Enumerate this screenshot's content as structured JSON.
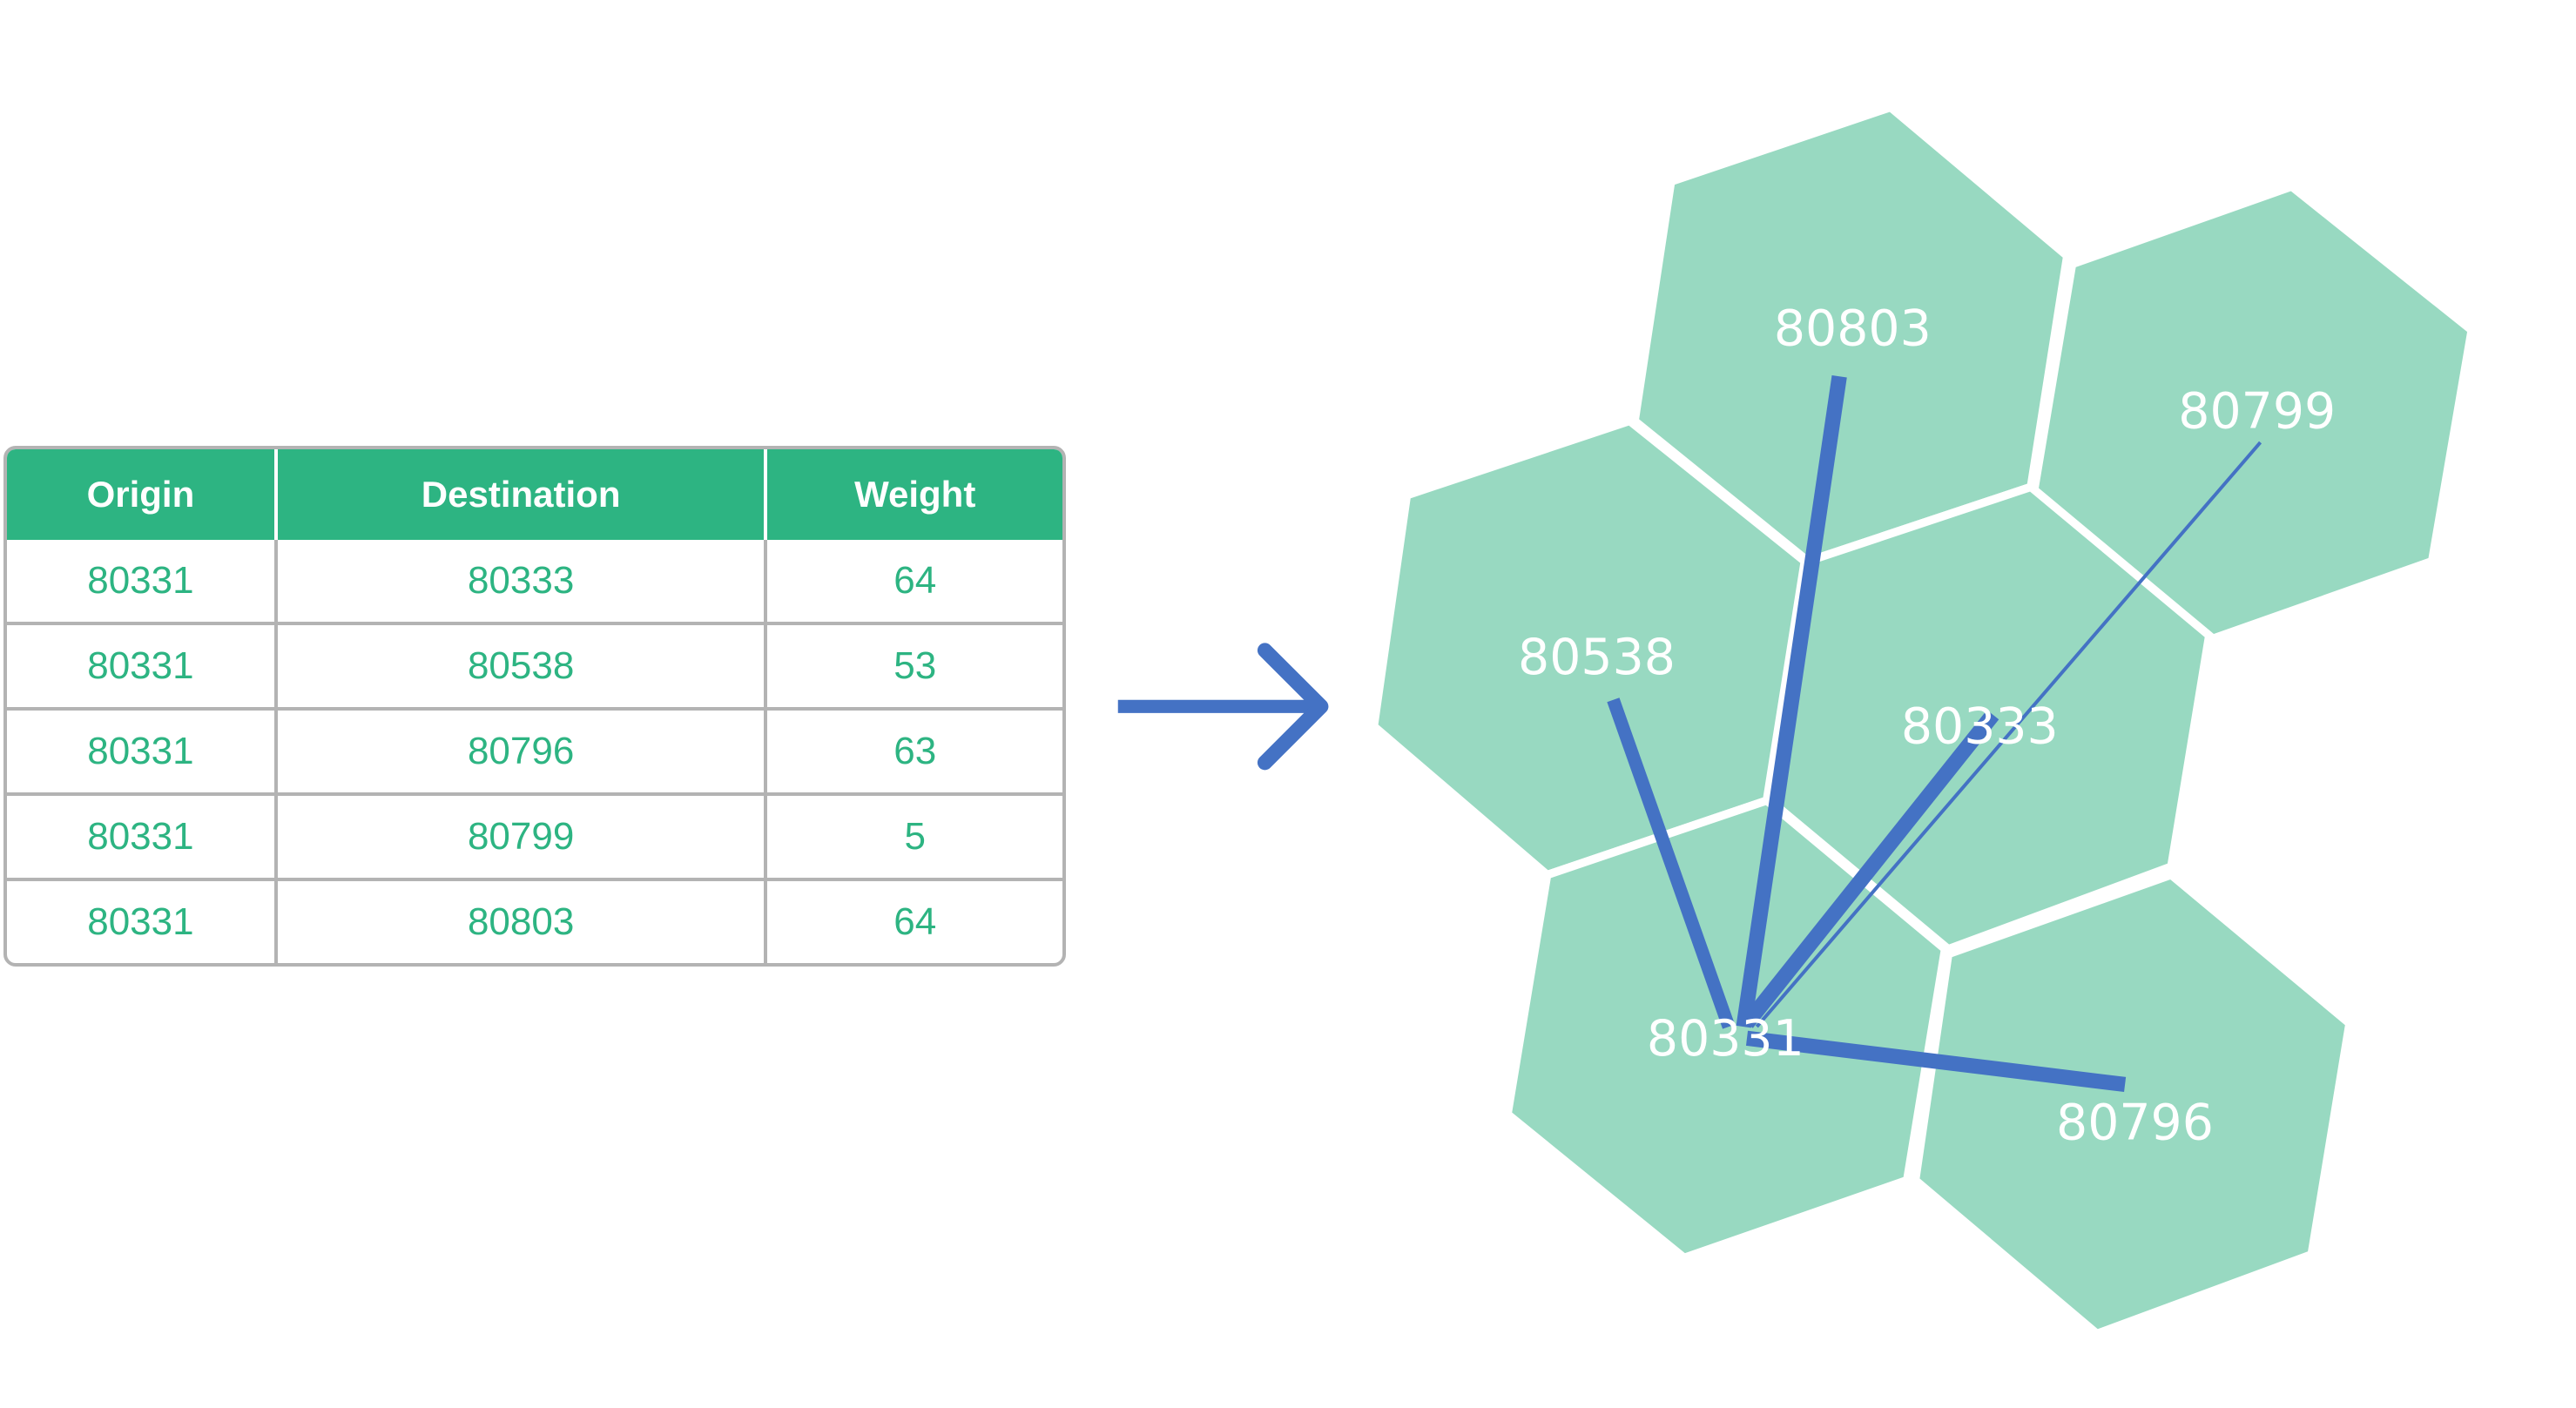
{
  "table": {
    "headers": [
      "Origin",
      "Destination",
      "Weight"
    ],
    "rows": [
      [
        "80331",
        "80333",
        "64"
      ],
      [
        "80331",
        "80538",
        "53"
      ],
      [
        "80331",
        "80796",
        "63"
      ],
      [
        "80331",
        "80799",
        "5"
      ],
      [
        "80331",
        "80803",
        "64"
      ]
    ]
  },
  "map": {
    "hexagons": [
      "80803",
      "80799",
      "80538",
      "80333",
      "80331",
      "80796"
    ],
    "flows": [
      {
        "from": "80331",
        "to": "80333",
        "weight": 64
      },
      {
        "from": "80331",
        "to": "80538",
        "weight": 53
      },
      {
        "from": "80331",
        "to": "80796",
        "weight": 63
      },
      {
        "from": "80331",
        "to": "80799",
        "weight": 5
      },
      {
        "from": "80331",
        "to": "80803",
        "weight": 64
      }
    ]
  },
  "colors": {
    "table_green": "#2db482",
    "hex_fill": "#98d9c1",
    "flow_blue": "#4472c4"
  }
}
